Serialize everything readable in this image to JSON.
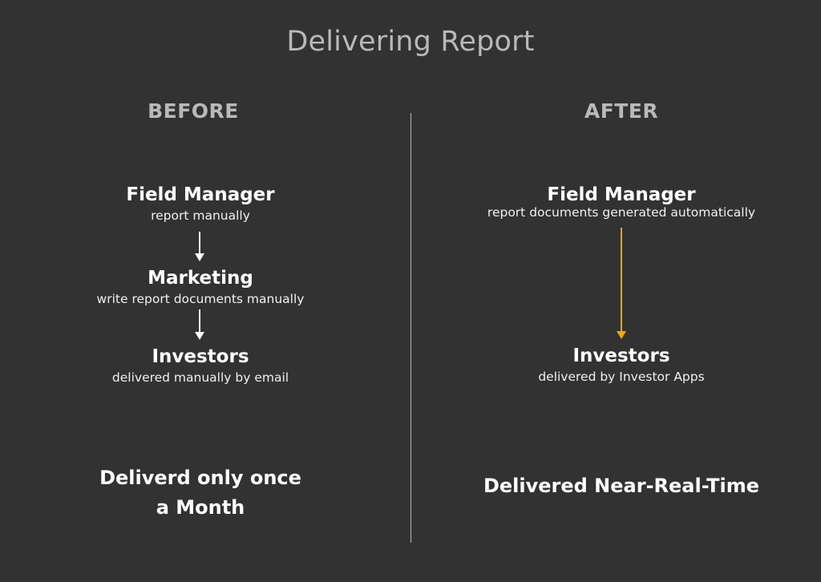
{
  "title": "Delivering Report",
  "colors": {
    "background": "#323232",
    "muted_text": "#b9b9b9",
    "text": "#ffffff",
    "accent_arrow": "#f2a900"
  },
  "before": {
    "heading": "BEFORE",
    "nodes": [
      {
        "title": "Field Manager",
        "subtitle": "report manually"
      },
      {
        "title": "Marketing",
        "subtitle": "write report documents manually"
      },
      {
        "title": "Investors",
        "subtitle": "delivered manually by email"
      }
    ],
    "summary_line1": "Deliverd only once",
    "summary_line2": "a Month"
  },
  "after": {
    "heading": "AFTER",
    "nodes": [
      {
        "title": "Field Manager",
        "subtitle": "report documents generated automatically"
      },
      {
        "title": "Investors",
        "subtitle": "delivered by Investor Apps"
      }
    ],
    "summary": "Delivered Near-Real-Time"
  }
}
